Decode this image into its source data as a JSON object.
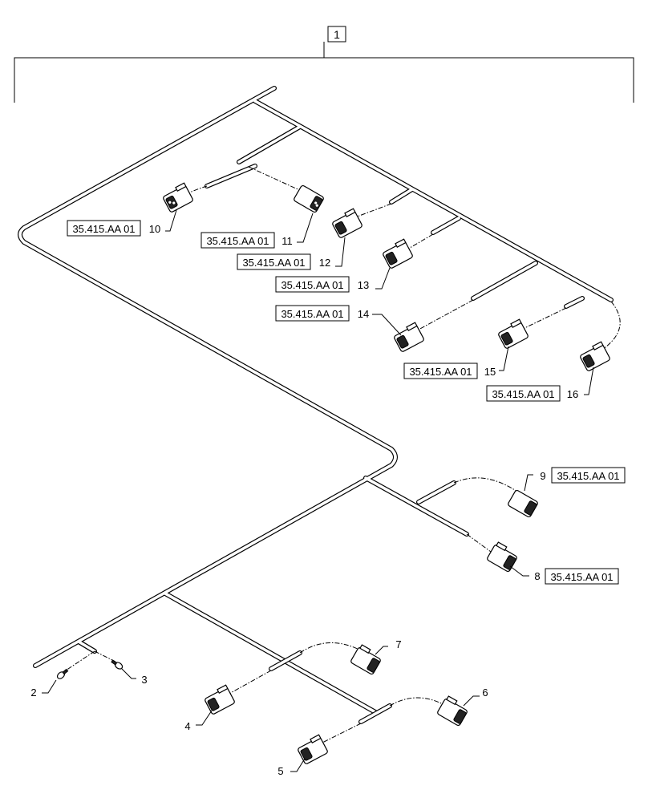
{
  "assembly": {
    "number": "1"
  },
  "items": [
    {
      "id": "2",
      "ref": ""
    },
    {
      "id": "3",
      "ref": ""
    },
    {
      "id": "4",
      "ref": ""
    },
    {
      "id": "5",
      "ref": ""
    },
    {
      "id": "6",
      "ref": ""
    },
    {
      "id": "7",
      "ref": ""
    },
    {
      "id": "8",
      "ref": "35.415.AA 01"
    },
    {
      "id": "9",
      "ref": "35.415.AA 01"
    },
    {
      "id": "10",
      "ref": "35.415.AA 01"
    },
    {
      "id": "11",
      "ref": "35.415.AA 01"
    },
    {
      "id": "12",
      "ref": "35.415.AA 01"
    },
    {
      "id": "13",
      "ref": "35.415.AA 01"
    },
    {
      "id": "14",
      "ref": "35.415.AA 01"
    },
    {
      "id": "15",
      "ref": "35.415.AA 01"
    },
    {
      "id": "16",
      "ref": "35.415.AA 01"
    }
  ],
  "icons": {
    "connector": "harness-connector-icon",
    "terminal": "ring-terminal-icon"
  }
}
